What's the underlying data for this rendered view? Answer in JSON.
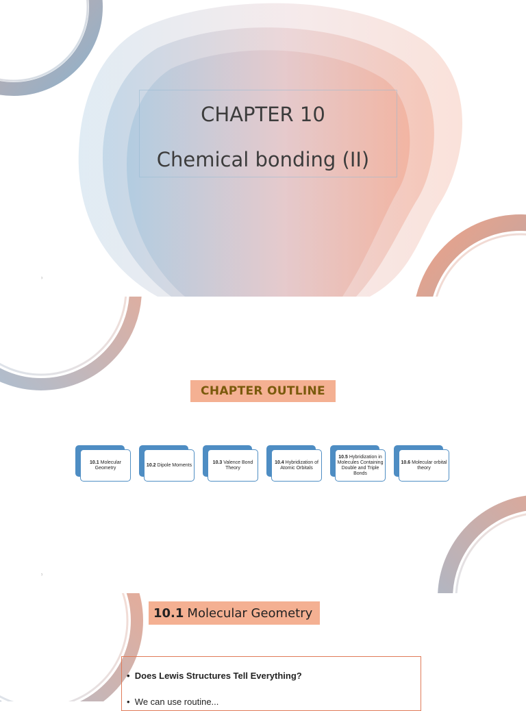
{
  "slide1": {
    "title": "CHAPTER 10",
    "subtitle": "Chemical bonding (II)",
    "mark": "ˀ"
  },
  "slide2": {
    "outline_title": "CHAPTER OUTLINE",
    "mark": "ˀ",
    "cards": [
      {
        "num": "10.1",
        "text": "Molecular Geometry"
      },
      {
        "num": "10.2",
        "text": "Dipole Moments"
      },
      {
        "num": "10.3",
        "text": "Valence Bond Theory"
      },
      {
        "num": "10.4",
        "text": "Hybridization of Atomic Orbitals"
      },
      {
        "num": "10.5",
        "text": "Hybridization in Molecules Containing Double and Triple Bonds"
      },
      {
        "num": "10.6",
        "text": "Molecular orbital theory"
      }
    ]
  },
  "slide3": {
    "section_num": "10.1",
    "section_title": "Molecular Geometry",
    "bullet1": "Does Lewis Structures Tell Everything?",
    "bullet2": "We can use routine..."
  },
  "colors": {
    "accent_orange": "#f4b092",
    "accent_blue": "#4e8dc3",
    "border_orange": "#e07a58",
    "outline_text": "#7a5a0c"
  }
}
